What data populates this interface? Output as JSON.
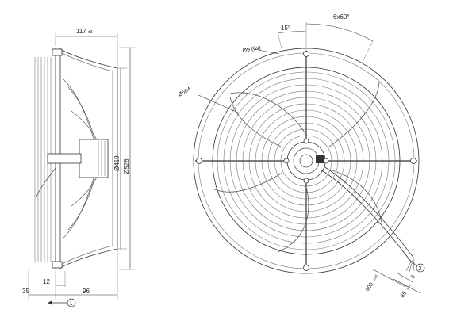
{
  "side_view": {
    "dim_width": "117",
    "dim_width_tol": "±3",
    "dim_inner_dia": "Ø419",
    "dim_outer_dia": "Ø528",
    "dim_35": "35",
    "dim_12": "12",
    "dim_96": "96",
    "callout_1": "1"
  },
  "front_view": {
    "dim_angle": "15°",
    "dim_pattern": "6x60°",
    "dim_holes": "Ø9 (6x)",
    "dim_bolt_circle": "Ø504",
    "dim_cable": "600",
    "dim_cable_tol": "±20",
    "dim_8": "8",
    "dim_85": "85",
    "dim_85_tol": "±10",
    "callout_2": "2"
  },
  "colors": {
    "line": "#333333",
    "thin": "#777777",
    "hatch": "#999999"
  }
}
